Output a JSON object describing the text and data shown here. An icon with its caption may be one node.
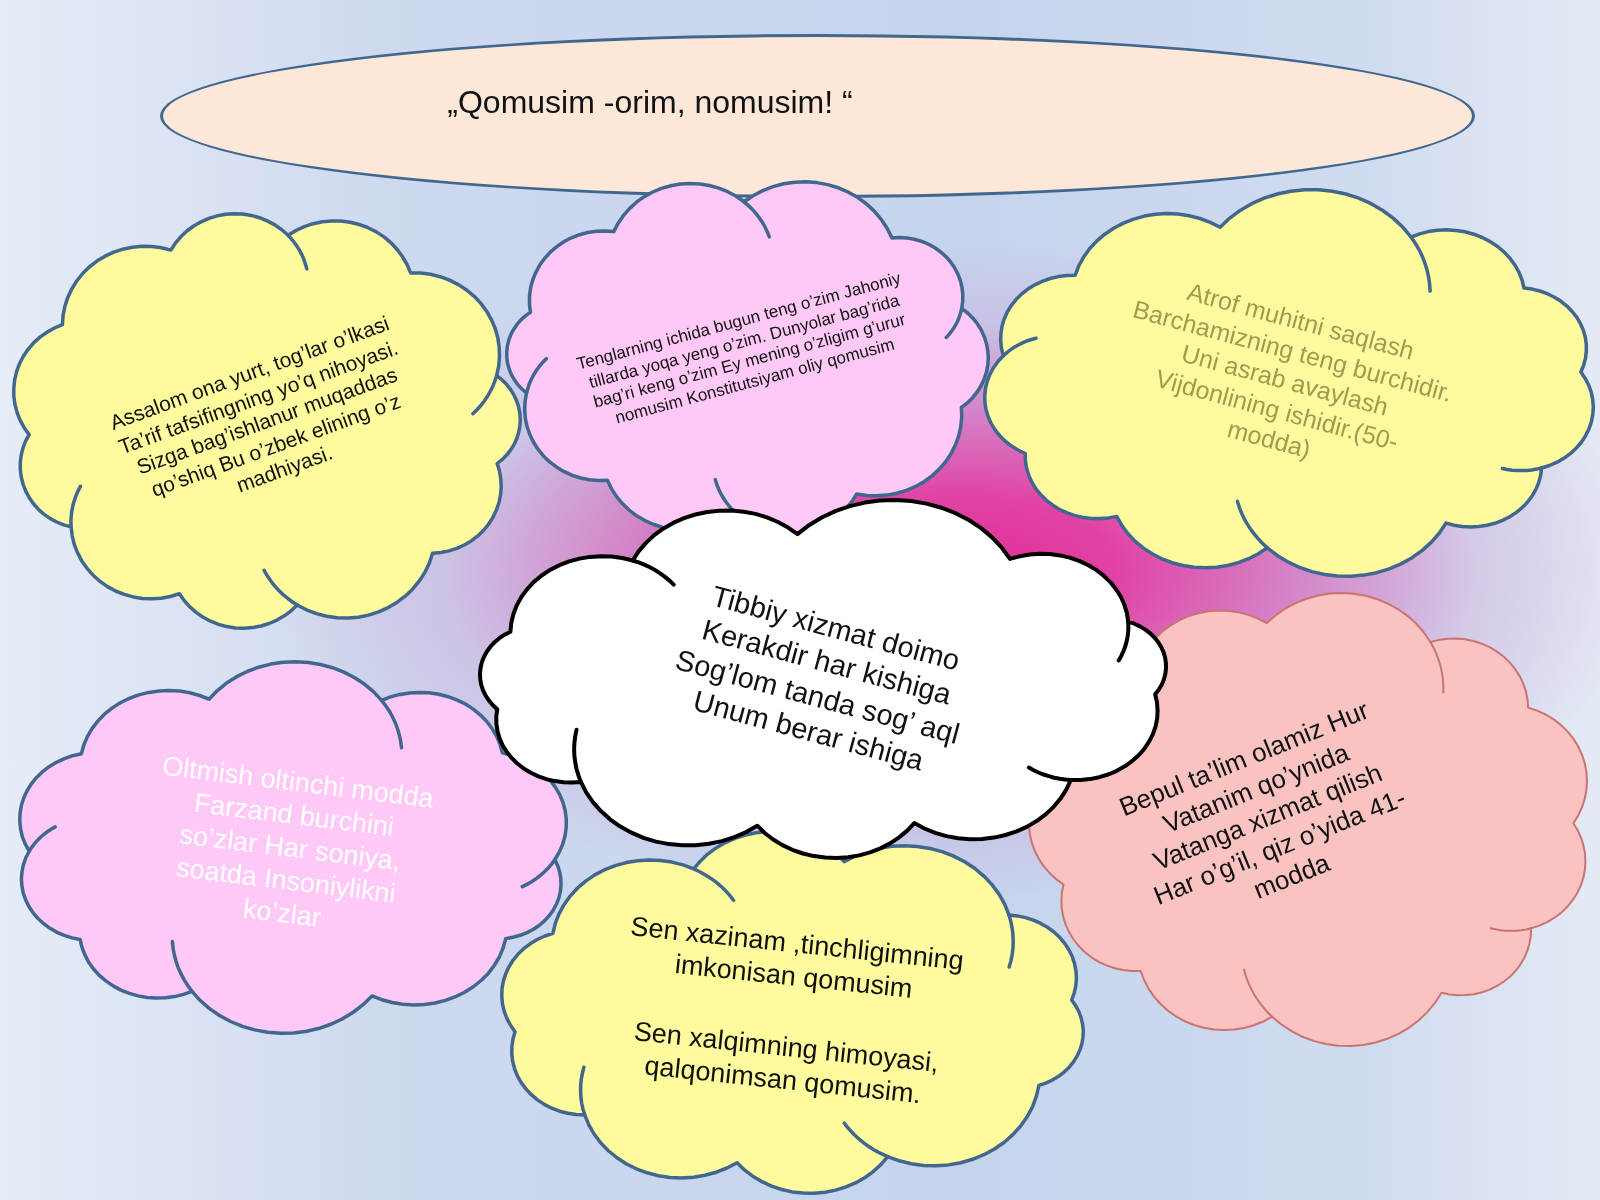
{
  "diagram": {
    "nodes": [
      {
        "text": [
          "„Qomusim -orim, nomusim! “"
        ]
      },
      {
        "text": [
          "Assalom ona yurt, tog’lar o’lkasi Ta’rif tafsifingning yo’q nihoyasi. Sizga bag’ishlanur muqaddas qo’shiq Bu o’zbek elining o’z madhiyasi."
        ]
      },
      {
        "text": [
          "Tenglarning ichida bugun teng o’zim Jahoniy tillarda yoqa yeng o’zim. Dunyolar bag’rida bag’ri keng o’zim Ey mening o’zligim g’urur nomusim Konstitutsiyam oliy qomusim"
        ]
      },
      {
        "text": [
          "Atrof muhitni saqlash Barchamizning teng burchidir. Uni asrab avaylash Vijdonlining ishidir.(50-modda)"
        ]
      },
      {
        "text": [
          "Tibbiy xizmat doimo Kerakdir har kishiga Sog’lom tanda sog’ aql Unum berar ishiga"
        ]
      },
      {
        "text": [
          "Oltmish oltinchi modda Farzand burchini so’zlar Har soniya, soatda Insoniylikni ko’zlar"
        ]
      },
      {
        "text": [
          "Sen xazinam ,tinchligimning imkonisan qomusim",
          "Sen xalqimning himoyasi, qalqonimsan qomusim."
        ]
      },
      {
        "text": [
          "Bepul ta’lim olamiz Hur Vatanim qo’ynida Vatanga xizmat qilish Har o’g’il, qiz o’yida 41-modda"
        ]
      }
    ]
  }
}
